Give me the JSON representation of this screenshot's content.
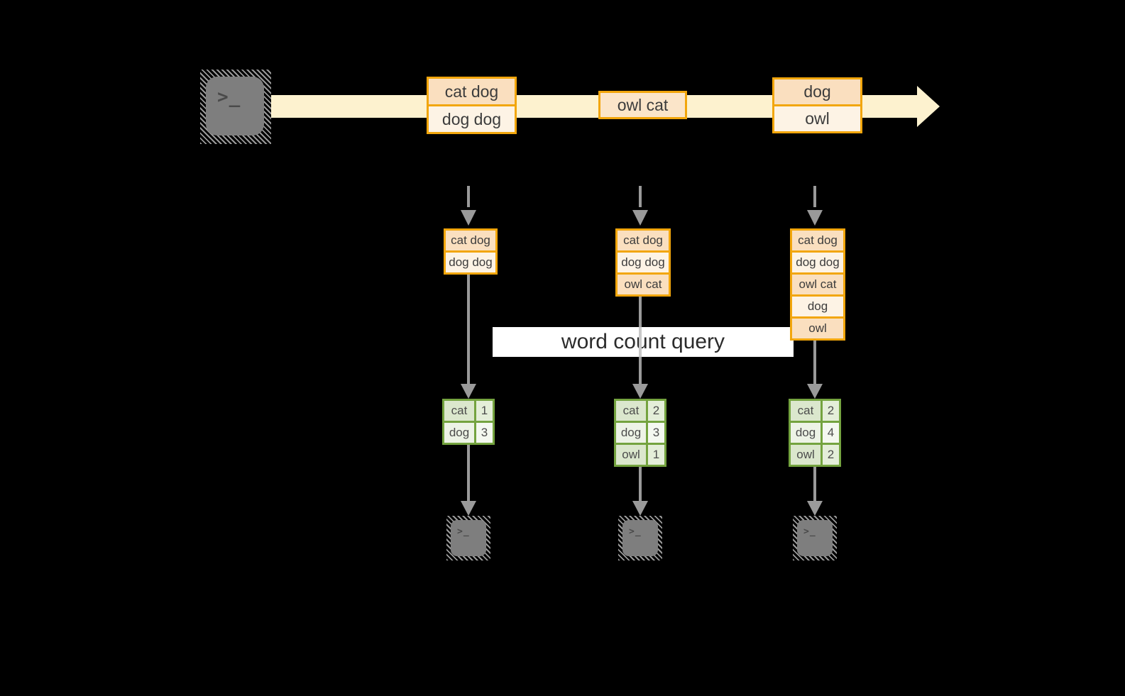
{
  "diagram": {
    "query_label": "word count query",
    "terminal_prompt": ">_",
    "colors": {
      "background": "#000000",
      "timeline_band": "#FDF2CF",
      "amber_border": "#F2A60C",
      "peach_fill": "#FADFBF",
      "cream_fill": "#FDF3E5",
      "owl_cat_fill": "#FBE5C9",
      "green_border": "#74A33F",
      "green_cell_dark": "#DBE7CD",
      "green_cell_light": "#EDF3E6",
      "arrow_gray": "#9A9A9A",
      "terminal_gray": "#7E7E7E"
    },
    "timeline_events": [
      {
        "lines": [
          "cat dog",
          "dog dog"
        ]
      },
      {
        "lines": [
          "owl cat"
        ]
      },
      {
        "lines": [
          "dog",
          "owl"
        ]
      }
    ],
    "columns": [
      {
        "buffer": [
          "cat dog",
          "dog dog"
        ],
        "counts": [
          {
            "word": "cat",
            "count": "1"
          },
          {
            "word": "dog",
            "count": "3"
          }
        ]
      },
      {
        "buffer": [
          "cat dog",
          "dog dog",
          "owl cat"
        ],
        "counts": [
          {
            "word": "cat",
            "count": "2"
          },
          {
            "word": "dog",
            "count": "3"
          },
          {
            "word": "owl",
            "count": "1"
          }
        ]
      },
      {
        "buffer": [
          "cat dog",
          "dog dog",
          "owl cat",
          "dog",
          "owl"
        ],
        "counts": [
          {
            "word": "cat",
            "count": "2"
          },
          {
            "word": "dog",
            "count": "4"
          },
          {
            "word": "owl",
            "count": "2"
          }
        ]
      }
    ]
  }
}
